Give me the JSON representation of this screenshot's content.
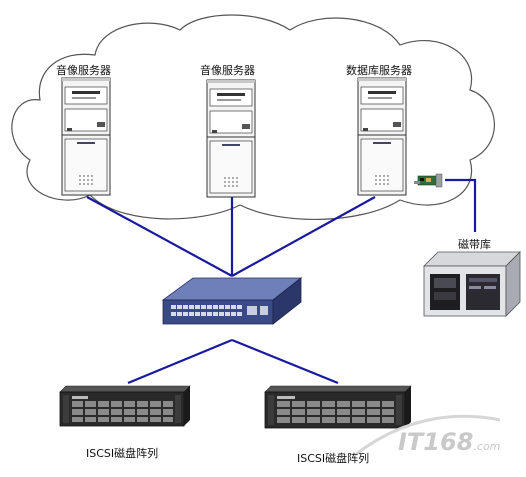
{
  "labels": {
    "server_1": "音像服务器",
    "server_2": "音像服务器",
    "server_3": "数据库服务器",
    "tape_library": "磁带库",
    "storage_1": "ISCSI磁盘阵列",
    "storage_2": "ISCSI磁盘阵列"
  },
  "watermark": {
    "brand": "IT168",
    "domain": ".com"
  },
  "colors": {
    "link": "#1a1aa0",
    "cloud_stroke": "#555555",
    "server_body": "#f4f4f4",
    "switch_body": "#3a4a86",
    "disk_array_body": "#2a2a2a"
  }
}
